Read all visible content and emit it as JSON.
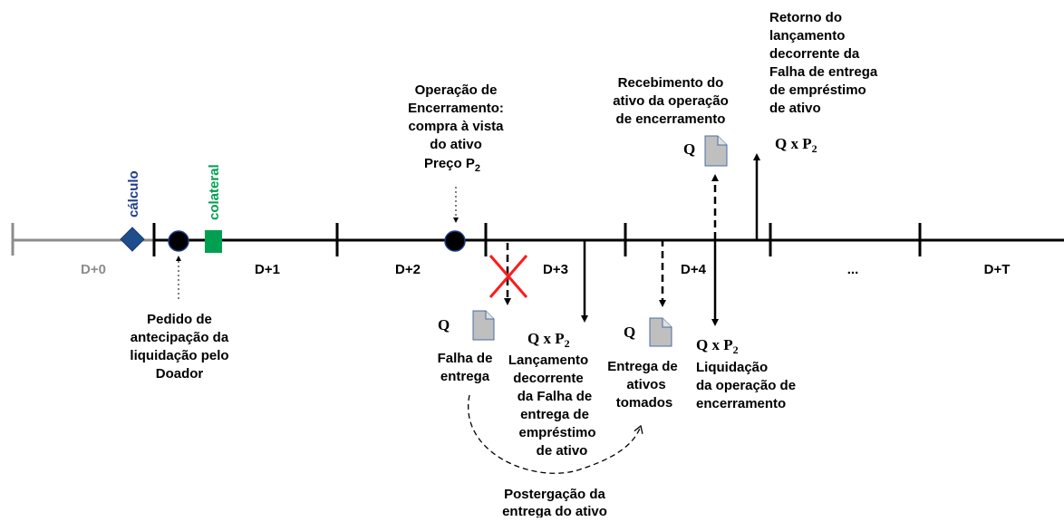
{
  "days": [
    "D+0",
    "D+1",
    "D+2",
    "D+3",
    "D+4",
    "...",
    "D+T"
  ],
  "markers": {
    "calculo": "cálculo",
    "colateral": "colateral"
  },
  "pedido": [
    "Pedido de",
    "antecipação da",
    "liquidação pelo",
    "Doador"
  ],
  "operacao": {
    "lines": [
      "Operação de",
      "Encerramento:",
      "compra à vista",
      "do ativo"
    ],
    "preco": "Preço P",
    "preco_sub": "2"
  },
  "recebimento": [
    "Recebimento do",
    "ativo da operação",
    "de encerramento"
  ],
  "retorno": [
    "Retorno do",
    "lançamento",
    "decorrente da",
    "Falha de entrega",
    "de empréstimo",
    "de ativo"
  ],
  "q": "Q",
  "qxp": "Q x P",
  "qxp_sub": "2",
  "falha": [
    "Falha de",
    "entrega"
  ],
  "lancamento": [
    "Lançamento",
    "decorrente",
    "da Falha de",
    "entrega de",
    "empréstimo",
    "de ativo"
  ],
  "entrega_ativos": [
    "Entrega de",
    "ativos",
    "tomados"
  ],
  "liquidacao": [
    "Liquidação",
    "da operação de",
    "encerramento"
  ],
  "postergacao": [
    "Postergação da",
    "entrega do ativo"
  ],
  "colors": {
    "line": "#000000",
    "gray": "#8c8c8c",
    "calculo": "#1f3b8c",
    "diamond": "#1f4e8c",
    "colateral": "#00a050",
    "doc": "#bfbfbf",
    "cross": "#ff1a1a"
  }
}
